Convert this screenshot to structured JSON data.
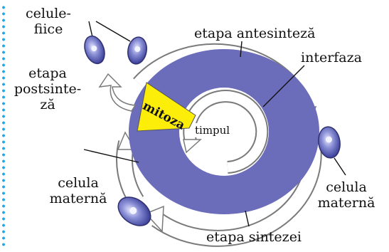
{
  "colors": {
    "ring": "#6b6dbb",
    "ring_light": "#8a8cd0",
    "mitosis": "#fdee0a",
    "text": "#111111",
    "dots": "#22a8e6"
  },
  "labels": {
    "cells_title_line1": "celule-",
    "cells_title_line2": "fiice",
    "antesynthesis": "etapa antesinteză",
    "interphase": "interfaza",
    "postsynthesis_line1": "etapa",
    "postsynthesis_line2": "postsinte-",
    "postsynthesis_line3": "ză",
    "mitosis": "mitoza",
    "time": "timpul",
    "mother_cell_left_line1": "celula",
    "mother_cell_left_line2": "maternă",
    "mother_cell_right_line1": "celula",
    "mother_cell_right_line2": "maternă",
    "synthesis": "etapa sintezei"
  }
}
